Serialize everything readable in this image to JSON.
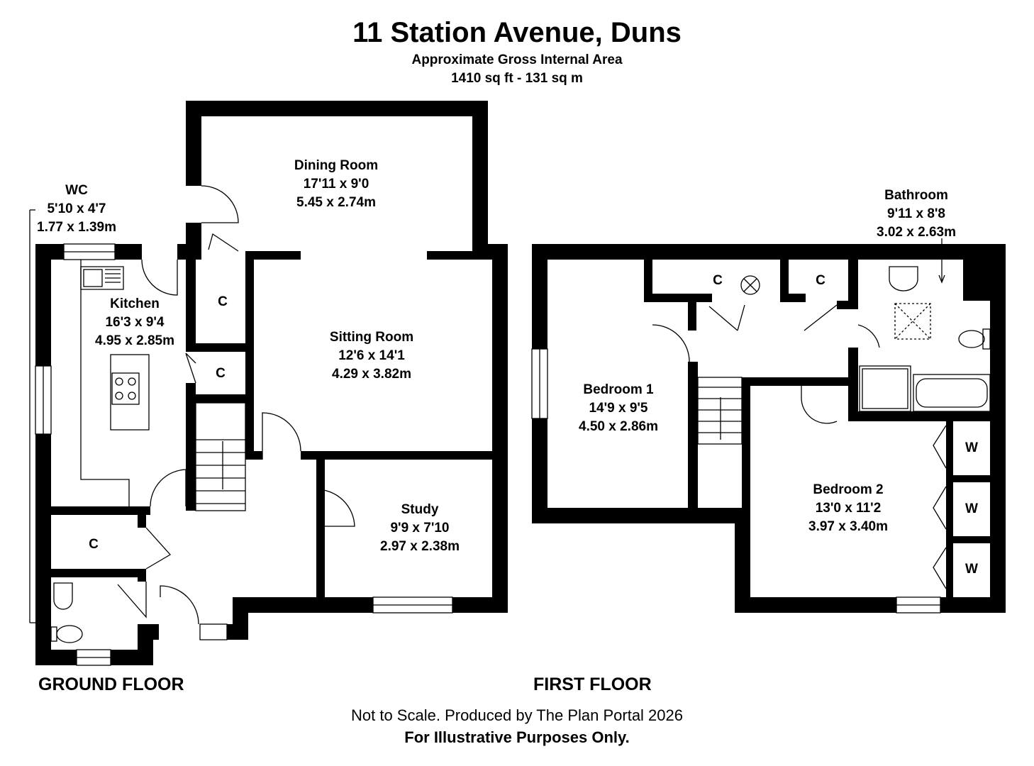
{
  "header": {
    "title": "11 Station Avenue, Duns",
    "area_label": "Approximate Gross Internal Area",
    "area_value": "1410 sq ft - 131 sq m"
  },
  "rooms": {
    "wc": {
      "name": "WC",
      "imperial": "5'10 x 4'7",
      "metric": "1.77 x 1.39m"
    },
    "kitchen": {
      "name": "Kitchen",
      "imperial": "16'3 x 9'4",
      "metric": "4.95 x 2.85m"
    },
    "dining": {
      "name": "Dining Room",
      "imperial": "17'11 x 9'0",
      "metric": "5.45 x 2.74m"
    },
    "sitting": {
      "name": "Sitting Room",
      "imperial": "12'6 x 14'1",
      "metric": "4.29 x 3.82m"
    },
    "study": {
      "name": "Study",
      "imperial": "9'9 x 7'10",
      "metric": "2.97 x 2.38m"
    },
    "bathroom": {
      "name": "Bathroom",
      "imperial": "9'11 x 8'8",
      "metric": "3.02 x 2.63m"
    },
    "bedroom1": {
      "name": "Bedroom 1",
      "imperial": "14'9 x 9'5",
      "metric": "4.50 x 2.86m"
    },
    "bedroom2": {
      "name": "Bedroom 2",
      "imperial": "13'0 x 11'2",
      "metric": "3.97 x 3.40m"
    }
  },
  "cupboard_label": "C",
  "wardrobe_label": "W",
  "floors": {
    "ground": "GROUND FLOOR",
    "first": "FIRST FLOOR"
  },
  "footer": {
    "line1": "Not to Scale. Produced by The Plan Portal 2026",
    "line2": "For Illustrative Purposes Only."
  }
}
